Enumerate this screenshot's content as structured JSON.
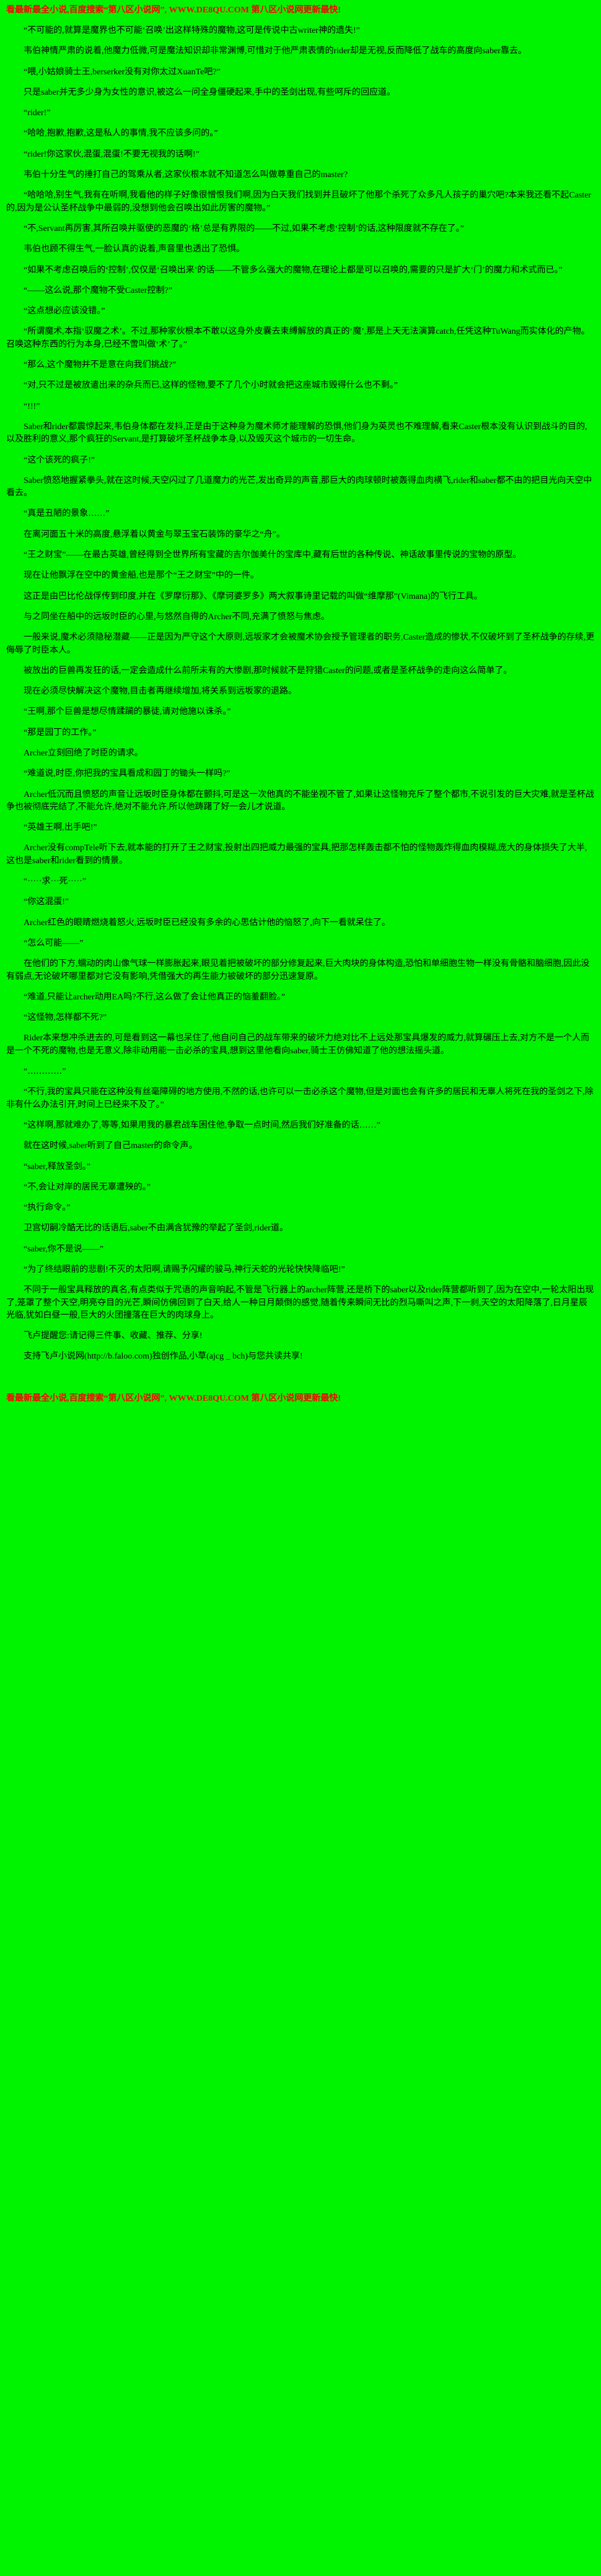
{
  "page": {
    "colors": {
      "background": "#00f400",
      "text": "#000000",
      "notice": "#ff0000"
    }
  },
  "header": {
    "notice": "看最新最全小说,百度搜索“第八区小说网”, WWW.DE8QU.COM 第八区小说网更新最快!"
  },
  "footer": {
    "notice": "看最新最全小说,百度搜索“第八区小说网”, WWW.DE8QU.COM 第八区小说网更新最快!"
  },
  "content": {
    "paragraphs": [
      "“不可能的,就算是魔界也不可能‘召唤’出这样特殊的魔物,这可是传说中古writer神的遗失!”",
      "韦伯神情严肃的说着,他魔力低微,可是魔法知识却非常渊博,可惜对于他严肃表情的rider却是无视,反而降低了战车的高度向saber靠去。",
      "“喂,小姑娘骑士王,berserker没有对你太过XuanTe吧?”",
      "只是saber并无多少身为女性的意识,被这么一问全身僵硬起来,手中的圣剑出现,有些呵斥的回应道。",
      "“rider!”",
      "“哈哈,抱歉,抱歉,这是私人的事情,我不应该多问的。”",
      "“rider!你这家伙,混蛋,混蛋!不要无视我的话啊!”",
      "韦伯十分生气的捶打自己的驾乘从者,这家伙根本就不知道怎么叫做尊重自己的master?",
      "“哈哈哈,别生气,我有在听啊,我看他的样子好像很憎恨我们啊,因为白天我们找到并且破坏了他那个杀死了众多凡人孩子的巢穴吧?本来我还看不起Caster的,因为是公认圣杯战争中最弱的,没想到他会召唤出如此厉害的魔物。”",
      "“不,Servant再厉害,其所召唤并驱使的恶魔的‘格’总是有界限的——不过,如果不考虑‘控制’的话,这种限度就不存在了。”",
      "韦伯也顾不得生气,一脸认真的说着,声音里也透出了恐惧。",
      "“如果不考虑召唤后的‘控制’,仅仅是‘召唤出来’的话——不管多么强大的魔物,在理论上都是可以召唤的,需要的只是扩大‘门’的魔力和术式而已。”",
      "“——这么说,那个魔物不受Caster控制?”",
      "“这点想必应该没错。”",
      "“所谓魔术,本指‘驭魔之术’。不过,那种家伙根本不敢以这身外皮囊去束缚解放的真正的‘魔’,那是上天无法演算catch,任凭这种TuWang而实体化的产物。召唤这种东西的行为本身,已经不啻叫做‘术’了。”",
      "“那么,这个魔物并不是意在向我们挑战?”",
      "“对,只不过是被放遣出来的杂兵而已,这样的怪物,要不了几个小时就会把这座城市毁得什么也不剩。”",
      "“!!!”",
      "Saber和rider都震惊起来,韦伯身体都在发抖,正是由于这种身为魔术师才能理解的恐惧,他们身为英灵也不难理解,看来Caster根本没有认识到战斗的目的,以及胜利的意义,那个疯狂的Servant,是打算破坏圣杯战争本身,以及毁灭这个城市的一切生命。",
      "“这个该死的疯子!”",
      "Saber愤怒地握紧拳头,就在这时候,天空闪过了几道魔力的光芒,发出奇异的声音,那巨大的肉球顿时被轰得血肉横飞,rider和saber都不由的把目光向天空中看去。",
      "“真是丑陋的景象……”",
      "在离河面五十米的高度,悬浮着以黄金与翠玉宝石装饰的豪华之“舟”。",
      "“王之财宝”——在最古英雄,曾经得到全世界所有宝藏的吉尔伽美什的宝库中,藏有后世的各种传说、神话故事里传说的宝物的原型。",
      "现在让他飘浮在空中的黄金船,也是那个“王之财宝”中的一件。",
      "这正是由巴比伦战俘传到印度,并在《罗摩衍那》、《摩诃婆罗多》两大叙事诗里记载的叫做“维摩那”(Vimana)的飞行工具。",
      "与之同坐在船中的远坂时臣的心里,与悠然自得的Archer不同,充满了愤怒与焦虑。",
      "一般来说,魔术必须隐秘潜藏——正是因为严守这个大原则,远坂家才会被魔术协会授予管理者的职务,Caster造成的惨状,不仅破坏到了圣杯战争的存续,更侮辱了时臣本人。",
      "被放出的巨兽再发狂的话,一定会造成什么前所未有的大惨剧,那时候就不是狩猎Caster的问题,或者是圣杯战争的走向这么简单了。",
      "现在必须尽快解决这个魔物,目击者再继续增加,将关系到远坂家的退路。",
      "“王啊,那个巨兽是想尽情蹂躏的暴徒,请对他施以诛杀。”",
      "“那是园丁的工作。”",
      "Archer立刻回绝了时臣的请求。",
      "“难道说,时臣,你把我的宝具看成和园丁的锄头一样吗?”",
      "Archer低沉而且愤怒的声音让远坂时臣身体都在颤抖,可是这一次他真的不能坐视不管了,如果让这怪物充斥了整个都市,不说引发的巨大灾难,就是圣杯战争也被彻底完结了,不能允许,绝对不能允许,所以他踌躇了好一会儿才说道。",
      "“英雄王啊,出手吧!”",
      "Archer没有compTele听下去,就本能的打开了王之财宝,投射出四把威力最强的宝具,把那怎样轰击都不怕的怪物轰炸得血肉模糊,庞大的身体损失了大半,这也是saber和rider看到的情景。",
      "“·····求···死·····”",
      "“你这混蛋!”",
      "Archer红色的眼睛燃烧着怒火,远坂时臣已经没有多余的心思估计他的恼怒了,向下一看就呆住了。",
      "“怎么可能——”",
      "在他们的下方,蠕动的肉山像气球一样膨胀起来,眼见着把被破坏的部分修复起来,巨大肉块的身体构造,恐怕和单细胞生物一样没有骨骼和脑细胞,因此没有弱点,无论破坏哪里都对它没有影响,凭借强大的再生能力被破坏的部分迅速复原。",
      "“难道,只能让archer动用EA吗?不行,这么做了会让他真正的恼羞翻脸。”",
      "“这怪物,怎样都不死?”",
      "Rider本来想冲杀进去的,可是看到这一幕也呆住了,他自问自己的战车带来的破坏力绝对比不上远处那宝具爆发的威力,就算碾压上去,对方不是一个人而是一个不死的魔物,也是无意义,除非动用能一击必杀的宝具,想到这里他看向saber,骑士王仿佛知道了他的想法摇头道。",
      "“‥‥‥‥‥‥”",
      "“不行,我的宝具只能在这种没有丝毫障碍的地方使用,不然的话,也许可以一击必杀这个魔物,但是对面也会有许多的居民和无辜人将死在我的圣剑之下,除非有什么办法引开,时间上已经来不及了。”",
      "“这样啊,那就难办了,等等,如果用我的暴君战车困住他,争取一点时间,然后我们好准备的话……”",
      "就在这时候,saber听到了自己master的命令声。",
      "“saber,释放圣剑。”",
      "“不,会让对岸的居民无辜遭殃的。”",
      "“执行命令。”",
      "卫宫切嗣冷酷无比的话语后,saber不由满含犹豫的举起了圣剑,rider道。",
      "“saber,你不是说——”",
      "“为了终结眼前的悲剧!不灭的太阳啊,请赐予闪耀的骏马,神行天蛇的光轮快快降临吧!”",
      "不同于一般宝具释放的真名,有点类似于咒语的声音响起,不管是飞行器上的archer阵营,还是桥下的saber以及rider阵营都听到了,因为在空中,一轮太阳出现了,笼罩了整个天空,明亮夺目的光芒,瞬间仿佛回到了白天,给人一种日月颠倒的感觉,随着传来瞬间无比的烈马嘶叫之声,下一刹,天空的太阳降落了,日月星辰光临,犹如白昼一般,巨大的火团撞落在巨大的肉球身上。",
      "飞卢提醒您:请记得三件事、收藏、推荐、分享!",
      "支持飞卢小说网(http://b.faloo.com)独创作品,小草(ajcg _ bch)与您共读共享!"
    ]
  }
}
